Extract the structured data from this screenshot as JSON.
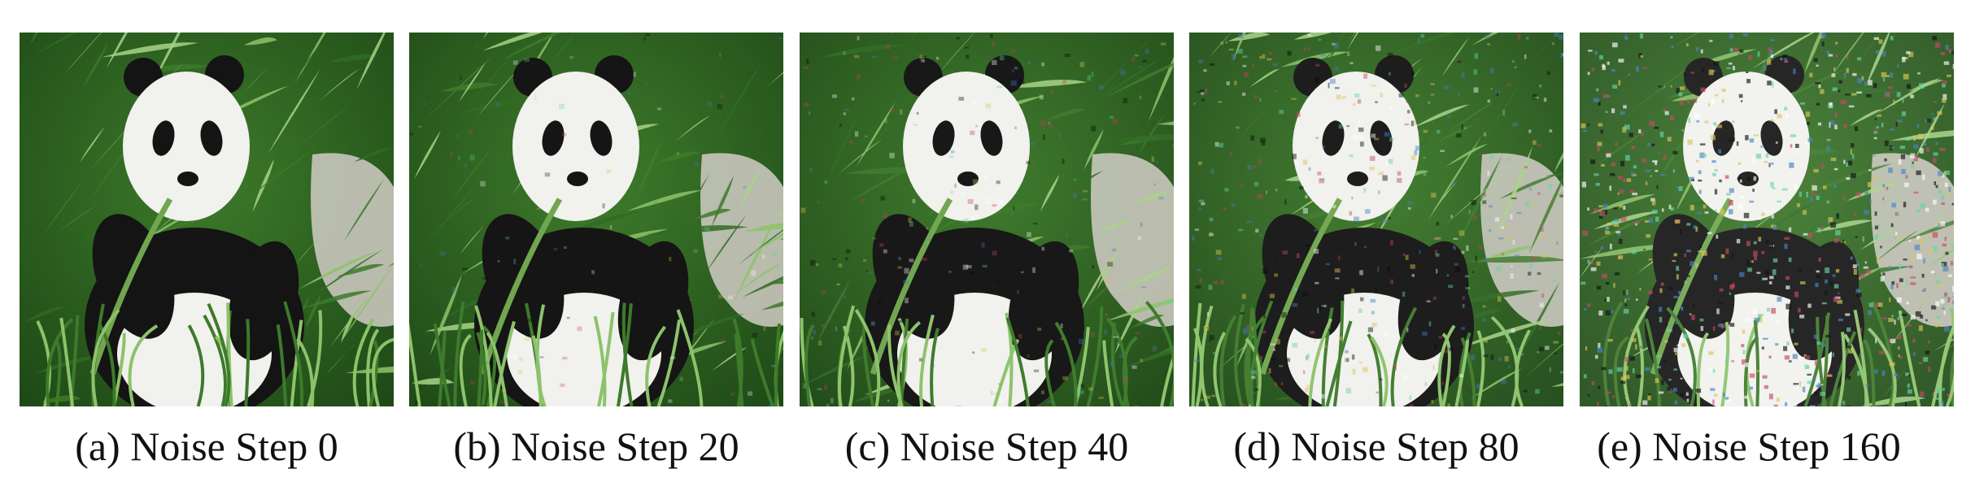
{
  "figure": {
    "panels": [
      {
        "id": "a",
        "caption": "(a) Noise Step 0",
        "noise_level": 0.0
      },
      {
        "id": "b",
        "caption": "(b) Noise Step 20",
        "noise_level": 0.1
      },
      {
        "id": "c",
        "caption": "(c) Noise Step 40",
        "noise_level": 0.25
      },
      {
        "id": "d",
        "caption": "(d) Noise Step 80",
        "noise_level": 0.5
      },
      {
        "id": "e",
        "caption": "(e) Noise Step 160",
        "noise_level": 1.0
      }
    ]
  },
  "colors": {
    "background": "#ffffff",
    "foliage_dark": "#1f4a17",
    "foliage_mid": "#3d7a2a",
    "foliage_light": "#8cc36a",
    "panda_white": "#f1f1ee",
    "panda_black": "#141414",
    "rock": "#c9c6bd"
  }
}
